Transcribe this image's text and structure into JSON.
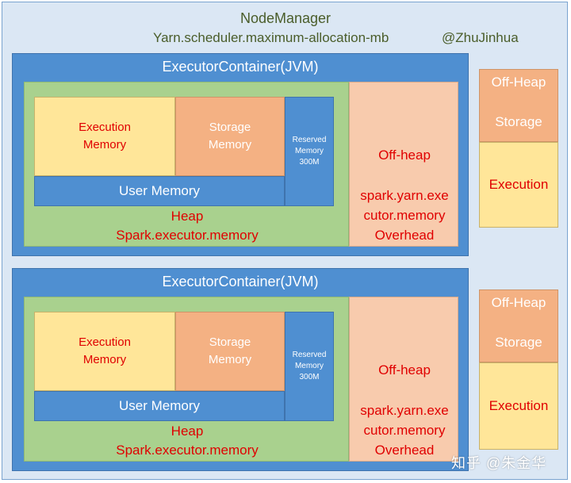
{
  "node_manager": {
    "title": "NodeManager",
    "subtitle": "Yarn.scheduler.maximum-allocation-mb",
    "author": "@ZhuJinhua"
  },
  "containers": [
    {
      "title": "ExecutorContainer(JVM)",
      "execution": "Execution Memory",
      "storage": "Storage Memory",
      "reserved": "Reserved Memory 300M",
      "user_memory": "User Memory",
      "heap_label": "Heap",
      "heap_setting": "Spark.executor.memory",
      "offheap_title": "Off-heap",
      "offheap_setting_1": "spark.yarn.exe",
      "offheap_setting_2": "cutor.memory",
      "offheap_setting_3": "Overhead"
    },
    {
      "title": "ExecutorContainer(JVM)",
      "execution": "Execution Memory",
      "storage": "Storage Memory",
      "reserved": "Reserved Memory 300M",
      "user_memory": "User Memory",
      "heap_label": "Heap",
      "heap_setting": "Spark.executor.memory",
      "offheap_title": "Off-heap",
      "offheap_setting_1": "spark.yarn.exe",
      "offheap_setting_2": "cutor.memory",
      "offheap_setting_3": "Overhead"
    }
  ],
  "side_panels": [
    {
      "top_line1": "Off-Heap",
      "top_line2": "Storage",
      "bottom": "Execution"
    },
    {
      "top_line1": "Off-Heap",
      "top_line2": "Storage",
      "bottom": "Execution"
    }
  ],
  "watermark": "知乎 @朱金华",
  "colors": {
    "node_manager_bg": "#dbe7f4",
    "container_blue": "#4f8fd1",
    "heap_green": "#a9d18e",
    "execution_yellow": "#ffe699",
    "storage_orange": "#f4b183",
    "offheap_peach": "#f8cbad",
    "label_red": "#e00000"
  }
}
